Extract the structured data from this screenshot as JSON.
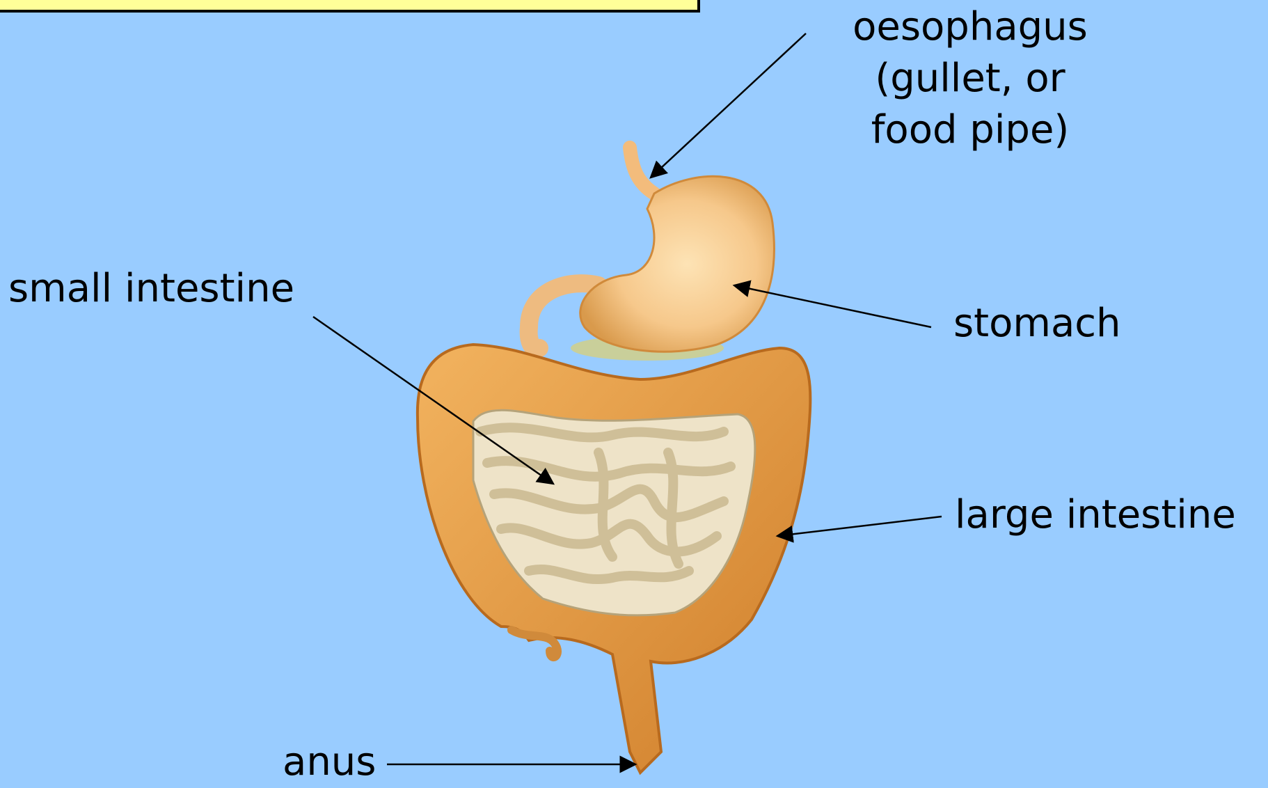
{
  "labels": {
    "oesophagus": [
      "oesophagus",
      "(gullet, or",
      "food pipe)"
    ],
    "small_intestine": "small intestine",
    "stomach": "stomach",
    "large_intestine": "large intestine",
    "anus": "anus"
  },
  "colors": {
    "background": "#99ccff",
    "title_box": "#ffff99",
    "large_intestine": "#e39a3e",
    "small_intestine": "#e8dcc0",
    "stomach": "#f6c88b"
  }
}
